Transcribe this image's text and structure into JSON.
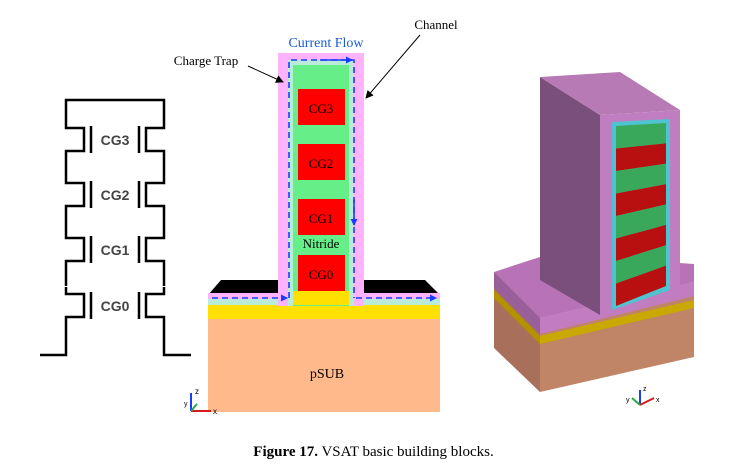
{
  "circuit": {
    "gates": [
      "CG3",
      "CG2",
      "CG1",
      "CG0"
    ]
  },
  "cross_section": {
    "labels": {
      "channel": "Channel",
      "current_flow": "Current Flow",
      "charge_trap": "Charge Trap",
      "nitride": "Nitride",
      "substrate": "pSUB"
    },
    "gates": [
      "CG3",
      "CG2",
      "CG1",
      "CG0"
    ]
  },
  "axis": {
    "z": "z",
    "x": "x",
    "y": "y"
  },
  "caption": {
    "prefix": "Figure 17.",
    "text": " VSAT basic building blocks."
  },
  "colors": {
    "gate": "#ff0000",
    "nitride": "#66ee88",
    "charge_trap": "#ffb3ff",
    "channel": "#b8ecd8",
    "substrate": "#ffb98a",
    "yellow": "#ffe000",
    "current_flow": "#1565ff"
  }
}
